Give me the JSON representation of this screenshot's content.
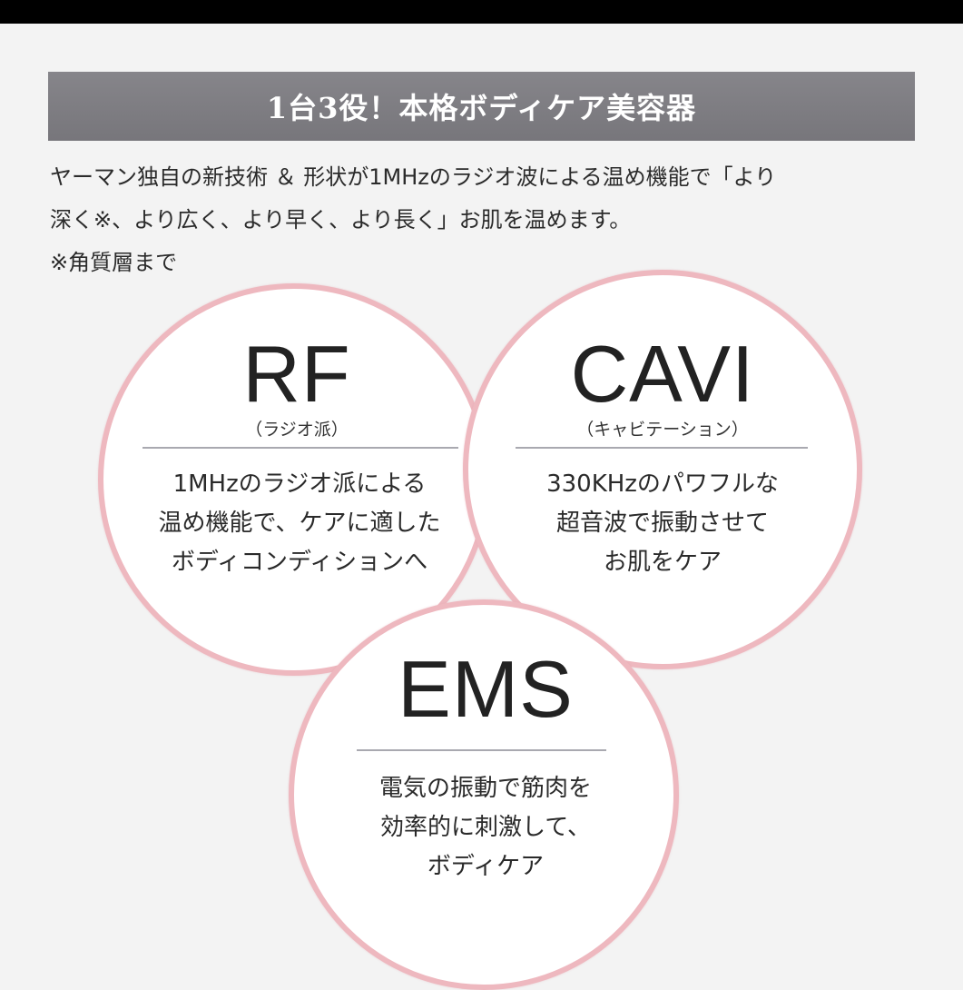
{
  "banner": {
    "title": "1台3役！本格ボディケア美容器"
  },
  "description": {
    "line1": "ヤーマン独自の新技術 ＆ 形状が1MHzのラジオ波による温め機能で「より",
    "line2": "深く※、より広く、より早く、より長く」お肌を温めます。",
    "note": "※角質層まで"
  },
  "features": {
    "rf": {
      "title": "RF",
      "subtitle": "（ラジオ派）",
      "lines": [
        "1MHzのラジオ派による",
        "温め機能で、ケアに適した",
        "ボディコンディションへ"
      ]
    },
    "cavi": {
      "title": "CAVI",
      "subtitle": "（キャビテーション）",
      "lines": [
        "330KHzのパワフルな",
        "超音波で振動させて",
        "お肌をケア"
      ]
    },
    "ems": {
      "title": "EMS",
      "lines": [
        "電気の振動で筋肉を",
        "効率的に刺激して、",
        "ボディケア"
      ]
    }
  },
  "colors": {
    "banner": "#7d7c81",
    "circle_border": "#eeb8bf",
    "divider": "#a9a9b0",
    "background": "#f3f3f3"
  }
}
